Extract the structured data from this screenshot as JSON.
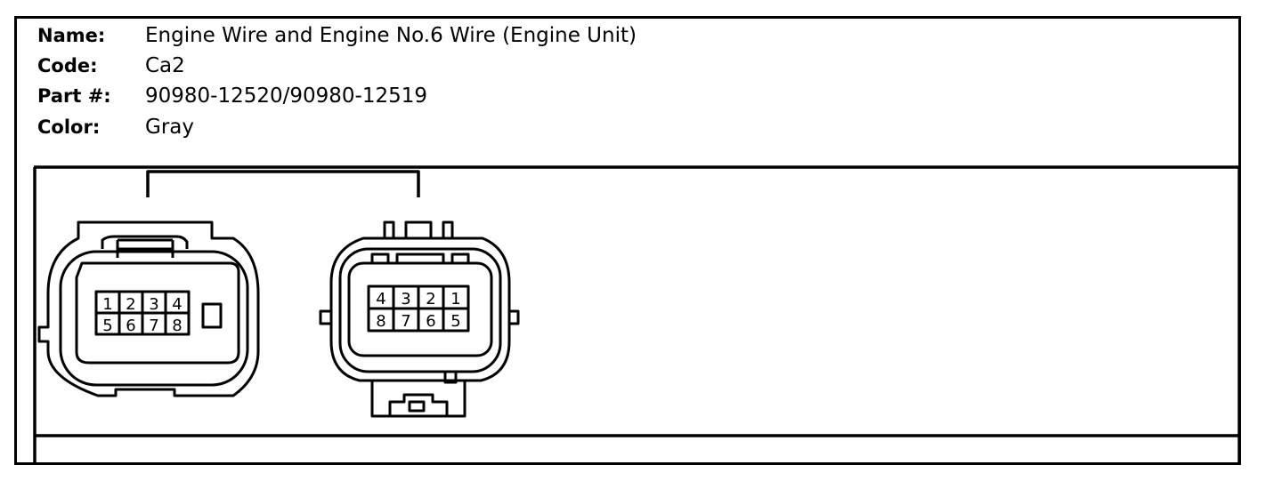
{
  "fields": {
    "name_label": "Name:",
    "name_value": "Engine Wire and Engine No.6 Wire (Engine Unit)",
    "code_label": "Code:",
    "code_value": "Ca2",
    "part_label": "Part #:",
    "part_value": "90980-12520/90980-12519",
    "color_label": "Color:",
    "color_value": "Gray"
  },
  "left_connector": {
    "pins_top": [
      "1",
      "2",
      "3",
      "4"
    ],
    "pins_bottom": [
      "5",
      "6",
      "7",
      "8"
    ]
  },
  "right_connector": {
    "pins_top": [
      "4",
      "3",
      "2",
      "1"
    ],
    "pins_bottom": [
      "8",
      "7",
      "6",
      "5"
    ]
  },
  "colors": {
    "line": "#000000",
    "background": "#ffffff"
  }
}
